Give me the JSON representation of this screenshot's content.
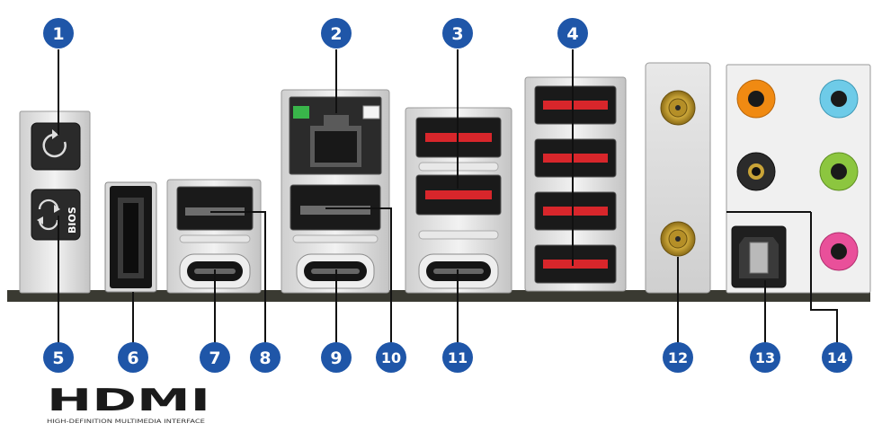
{
  "colors": {
    "badge": "#1f56a8",
    "board": "#3a3a32",
    "usb_red": "#d8262b",
    "lan_led_green": "#39b54a",
    "audio_orange": "#f08a12",
    "audio_blue": "#6ecbe8",
    "audio_black": "#2b2b2b",
    "audio_green": "#8cc63f",
    "audio_pink": "#e9509a",
    "antenna_gold": "#b99327"
  },
  "icons": {
    "clear_cmos": "refresh-icon",
    "bios_flashback": "sync-arrows-icon"
  },
  "labels": {
    "bios": "BIOS",
    "hdmi_logo": "HDMI",
    "hdmi_tagline": "HIGH-DEFINITION MULTIMEDIA INTERFACE"
  },
  "callouts": [
    {
      "num": "1"
    },
    {
      "num": "2"
    },
    {
      "num": "3"
    },
    {
      "num": "4"
    },
    {
      "num": "5"
    },
    {
      "num": "6"
    },
    {
      "num": "7"
    },
    {
      "num": "8"
    },
    {
      "num": "9"
    },
    {
      "num": "10"
    },
    {
      "num": "11"
    },
    {
      "num": "12"
    },
    {
      "num": "13"
    },
    {
      "num": "14"
    }
  ]
}
